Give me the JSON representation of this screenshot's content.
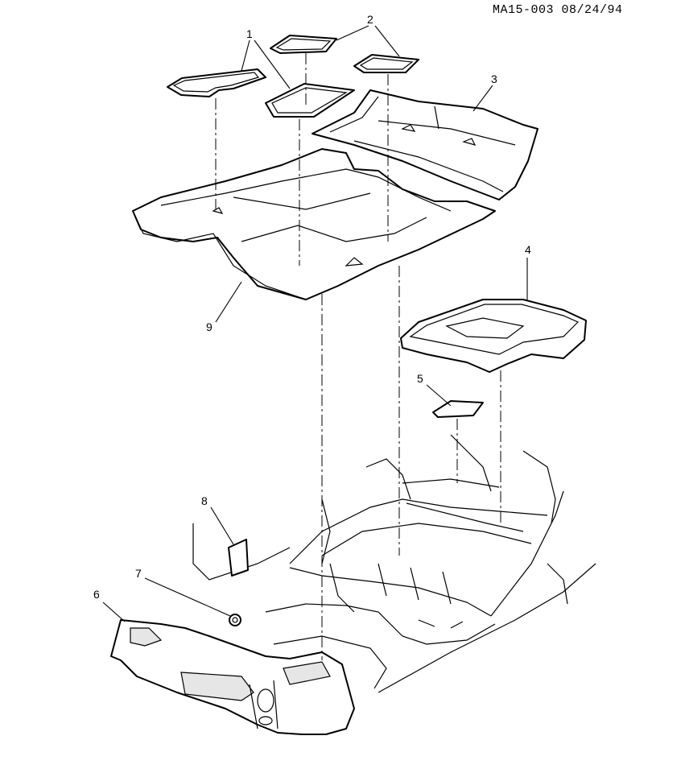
{
  "reference": "MA15-003 08/24/94",
  "callouts": [
    "1",
    "2",
    "3",
    "4",
    "5",
    "6",
    "7",
    "8",
    "9"
  ]
}
